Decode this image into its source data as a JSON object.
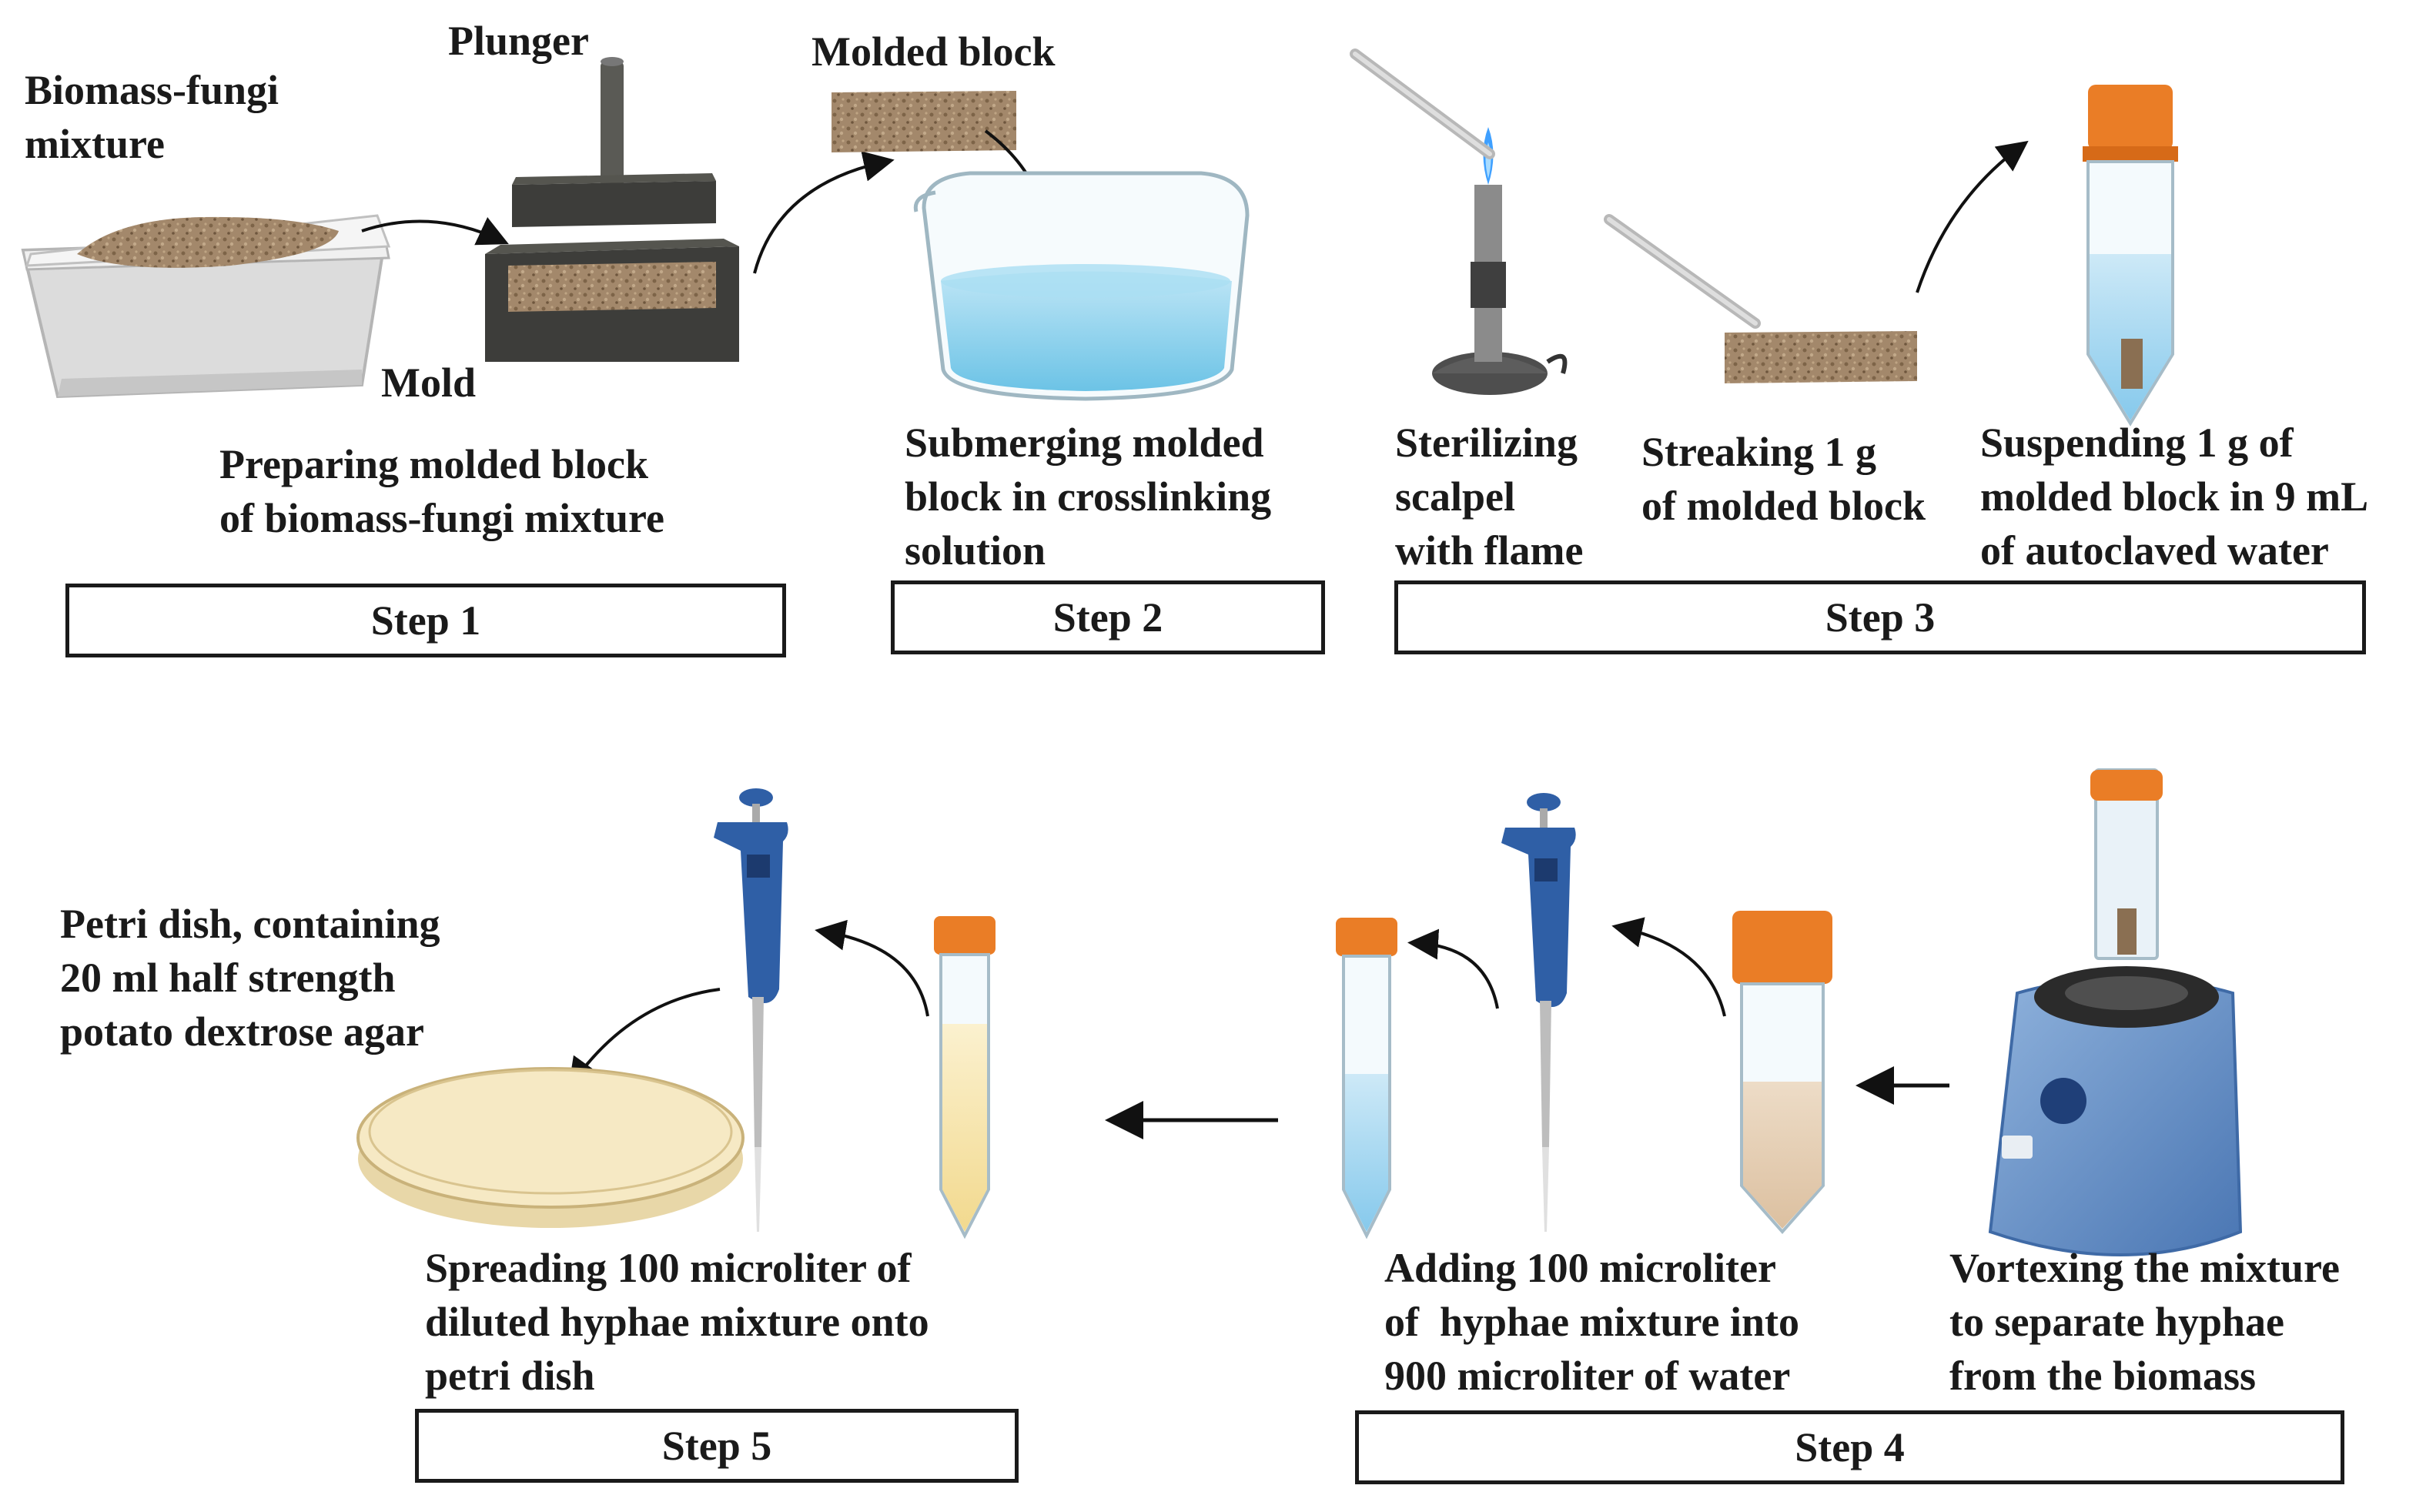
{
  "labels": {
    "biomass_fungi_mixture": "Biomass-fungi\nmixture",
    "plunger": "Plunger",
    "mold": "Mold",
    "molded_block": "Molded block",
    "preparing": "Preparing molded block\nof biomass-fungi mixture",
    "submerging": "Submerging molded\nblock in crosslinking\nsolution",
    "sterilizing": "Sterilizing\nscalpel\nwith flame",
    "streaking": "Streaking 1 g\nof molded block",
    "suspending": "Suspending 1 g of\nmolded block in 9 mL\nof autoclaved water",
    "petri_dish": "Petri dish, containing\n20 ml half strength\npotato dextrose agar",
    "spreading": "Spreading 100 microliter of\ndiluted hyphae mixture onto\npetri dish",
    "adding": "Adding 100 microliter\nof  hyphae mixture into\n900 microliter of water",
    "vortexing": "Vortexing the mixture\nto separate hyphae\nfrom the biomass"
  },
  "steps": {
    "step1": "Step 1",
    "step2": "Step 2",
    "step3": "Step 3",
    "step4": "Step 4",
    "step5": "Step 5"
  },
  "colors": {
    "biomass": "#a08568",
    "mold_dark": "#3d3d3a",
    "water_blue": "#8fd2ee",
    "tube_cap": "#ea7d26",
    "pipette_blue": "#2f5fa6",
    "agar": "#f6e9c4",
    "vortex_blue": "#5b88c3"
  }
}
